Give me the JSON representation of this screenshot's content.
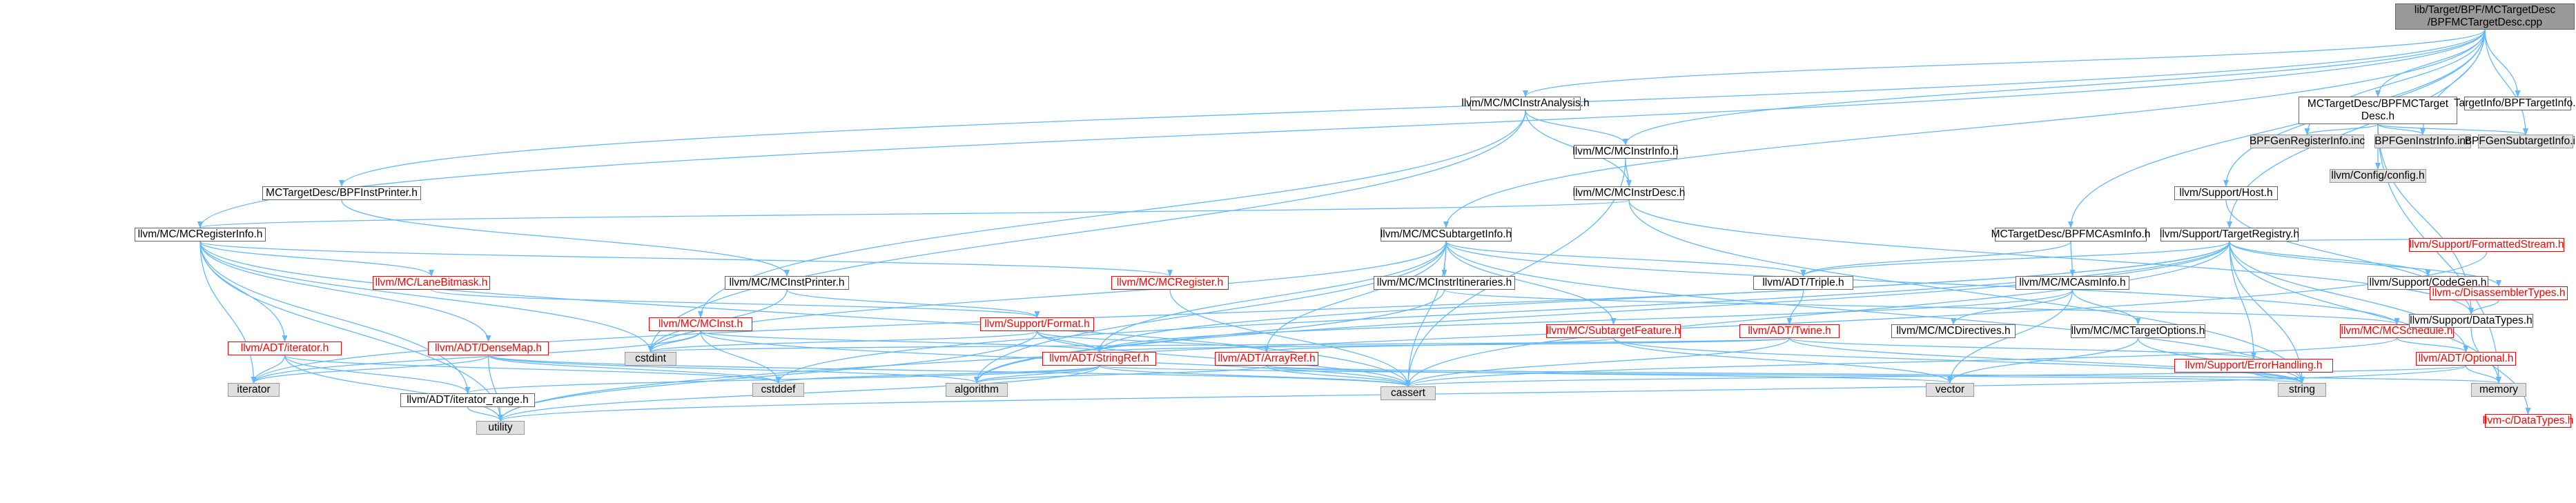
{
  "nodes": [
    {
      "id": "root",
      "label": "lib/Target/BPF/MCTargetDesc\n/BPFMCTargetDesc.cpp",
      "style": "root"
    },
    {
      "id": "instrAnalysis",
      "label": "llvm/MC/MCInstrAnalysis.h",
      "style": "normal"
    },
    {
      "id": "mctd_h",
      "label": "MCTargetDesc/BPFMCTarget\nDesc.h",
      "style": "normal"
    },
    {
      "id": "bpfTargetInfo",
      "label": "TargetInfo/BPFTargetInfo.h",
      "style": "normal"
    },
    {
      "id": "instrInfo",
      "label": "llvm/MC/MCInstrInfo.h",
      "style": "normal"
    },
    {
      "id": "bpfGenRegInfo",
      "label": "BPFGenRegisterInfo.inc",
      "style": "gray"
    },
    {
      "id": "configH",
      "label": "llvm/Config/config.h",
      "style": "gray"
    },
    {
      "id": "bpfGenInstrInfo",
      "label": "BPFGenInstrInfo.inc",
      "style": "gray"
    },
    {
      "id": "bpfGenSubtargetInfo",
      "label": "BPFGenSubtargetInfo.inc",
      "style": "gray"
    },
    {
      "id": "bpfInstPrinter",
      "label": "MCTargetDesc/BPFInstPrinter.h",
      "style": "normal"
    },
    {
      "id": "instrDesc",
      "label": "llvm/MC/MCInstrDesc.h",
      "style": "normal"
    },
    {
      "id": "host",
      "label": "llvm/Support/Host.h",
      "style": "normal"
    },
    {
      "id": "regInfo",
      "label": "llvm/MC/MCRegisterInfo.h",
      "style": "normal"
    },
    {
      "id": "subtargetInfo",
      "label": "llvm/MC/MCSubtargetInfo.h",
      "style": "normal"
    },
    {
      "id": "bpfMCAsmInfo",
      "label": "MCTargetDesc/BPFMCAsmInfo.h",
      "style": "normal"
    },
    {
      "id": "targetRegistry",
      "label": "llvm/Support/TargetRegistry.h",
      "style": "normal"
    },
    {
      "id": "laneBitmask",
      "label": "llvm/MC/LaneBitmask.h",
      "style": "red"
    },
    {
      "id": "instPrinter",
      "label": "llvm/MC/MCInstPrinter.h",
      "style": "normal"
    },
    {
      "id": "mcRegister",
      "label": "llvm/MC/MCRegister.h",
      "style": "red"
    },
    {
      "id": "instrItin",
      "label": "llvm/MC/MCInstrItineraries.h",
      "style": "normal"
    },
    {
      "id": "triple",
      "label": "llvm/ADT/Triple.h",
      "style": "normal"
    },
    {
      "id": "asmInfo",
      "label": "llvm/MC/MCAsmInfo.h",
      "style": "normal"
    },
    {
      "id": "codeGen",
      "label": "llvm/Support/CodeGen.h",
      "style": "normal"
    },
    {
      "id": "formattedStream",
      "label": "llvm/Support/FormattedStream.h",
      "style": "red"
    },
    {
      "id": "mcInst",
      "label": "llvm/MC/MCInst.h",
      "style": "red"
    },
    {
      "id": "format",
      "label": "llvm/Support/Format.h",
      "style": "red"
    },
    {
      "id": "subtargetFeature",
      "label": "llvm/MC/SubtargetFeature.h",
      "style": "red"
    },
    {
      "id": "twine",
      "label": "llvm/ADT/Twine.h",
      "style": "red"
    },
    {
      "id": "directives",
      "label": "llvm/MC/MCDirectives.h",
      "style": "normal"
    },
    {
      "id": "targetOptions",
      "label": "llvm/MC/MCTargetOptions.h",
      "style": "normal"
    },
    {
      "id": "schedule",
      "label": "llvm/MC/MCSchedule.h",
      "style": "red"
    },
    {
      "id": "disasmTypes",
      "label": "llvm-c/DisassemblerTypes.h",
      "style": "red"
    },
    {
      "id": "adtIterator",
      "label": "llvm/ADT/iterator.h",
      "style": "red"
    },
    {
      "id": "denseMap",
      "label": "llvm/ADT/DenseMap.h",
      "style": "red"
    },
    {
      "id": "cstdint",
      "label": "cstdint",
      "style": "gray"
    },
    {
      "id": "stringRef",
      "label": "llvm/ADT/StringRef.h",
      "style": "red"
    },
    {
      "id": "arrayRef",
      "label": "llvm/ADT/ArrayRef.h",
      "style": "red"
    },
    {
      "id": "errorHandling",
      "label": "llvm/Support/ErrorHandling.h",
      "style": "red"
    },
    {
      "id": "optional",
      "label": "llvm/ADT/Optional.h",
      "style": "red"
    },
    {
      "id": "dataTypesH",
      "label": "llvm/Support/DataTypes.h",
      "style": "normal"
    },
    {
      "id": "iterator",
      "label": "iterator",
      "style": "gray"
    },
    {
      "id": "iteratorRange",
      "label": "llvm/ADT/iterator_range.h",
      "style": "normal"
    },
    {
      "id": "cstddef",
      "label": "cstddef",
      "style": "gray"
    },
    {
      "id": "algorithm",
      "label": "algorithm",
      "style": "gray"
    },
    {
      "id": "cassert",
      "label": "cassert",
      "style": "gray"
    },
    {
      "id": "vector",
      "label": "vector",
      "style": "gray"
    },
    {
      "id": "string",
      "label": "string",
      "style": "gray"
    },
    {
      "id": "memory",
      "label": "memory",
      "style": "gray"
    },
    {
      "id": "cDataTypes",
      "label": "llvm-c/DataTypes.h",
      "style": "red"
    },
    {
      "id": "utility",
      "label": "utility",
      "style": "gray"
    }
  ],
  "edges": [
    [
      "root",
      "instrAnalysis"
    ],
    [
      "root",
      "mctd_h"
    ],
    [
      "root",
      "bpfTargetInfo"
    ],
    [
      "root",
      "instrInfo"
    ],
    [
      "root",
      "bpfGenRegInfo"
    ],
    [
      "root",
      "bpfGenInstrInfo"
    ],
    [
      "root",
      "bpfGenSubtargetInfo"
    ],
    [
      "root",
      "bpfInstPrinter"
    ],
    [
      "root",
      "host"
    ],
    [
      "root",
      "regInfo"
    ],
    [
      "root",
      "subtargetInfo"
    ],
    [
      "root",
      "bpfMCAsmInfo"
    ],
    [
      "root",
      "targetRegistry"
    ],
    [
      "instrAnalysis",
      "instrInfo"
    ],
    [
      "instrAnalysis",
      "instrDesc"
    ],
    [
      "instrAnalysis",
      "mcInst"
    ],
    [
      "instrAnalysis",
      "cstdint"
    ],
    [
      "instrInfo",
      "instrDesc"
    ],
    [
      "instrInfo",
      "cassert"
    ],
    [
      "instrDesc",
      "regInfo"
    ],
    [
      "instrDesc",
      "dataTypesH"
    ],
    [
      "instrDesc",
      "string"
    ],
    [
      "mctd_h",
      "bpfGenRegInfo"
    ],
    [
      "mctd_h",
      "configH"
    ],
    [
      "mctd_h",
      "bpfGenInstrInfo"
    ],
    [
      "mctd_h",
      "bpfGenSubtargetInfo"
    ],
    [
      "mctd_h",
      "dataTypesH"
    ],
    [
      "mctd_h",
      "memory"
    ],
    [
      "bpfInstPrinter",
      "instPrinter"
    ],
    [
      "host",
      "dataTypesH"
    ],
    [
      "regInfo",
      "laneBitmask"
    ],
    [
      "regInfo",
      "mcRegister"
    ],
    [
      "regInfo",
      "denseMap"
    ],
    [
      "regInfo",
      "adtIterator"
    ],
    [
      "regInfo",
      "iteratorRange"
    ],
    [
      "regInfo",
      "cassert"
    ],
    [
      "regInfo",
      "cstdint"
    ],
    [
      "regInfo",
      "iterator"
    ],
    [
      "regInfo",
      "utility"
    ],
    [
      "subtargetInfo",
      "instrItin"
    ],
    [
      "subtargetInfo",
      "schedule"
    ],
    [
      "subtargetInfo",
      "subtargetFeature"
    ],
    [
      "subtargetInfo",
      "triple"
    ],
    [
      "subtargetInfo",
      "arrayRef"
    ],
    [
      "subtargetInfo",
      "stringRef"
    ],
    [
      "subtargetInfo",
      "algorithm"
    ],
    [
      "subtargetInfo",
      "cassert"
    ],
    [
      "subtargetInfo",
      "cstdint"
    ],
    [
      "subtargetInfo",
      "string"
    ],
    [
      "bpfMCAsmInfo",
      "asmInfo"
    ],
    [
      "bpfMCAsmInfo",
      "triple"
    ],
    [
      "targetRegistry",
      "triple"
    ],
    [
      "targetRegistry",
      "codeGen"
    ],
    [
      "targetRegistry",
      "formattedStream"
    ],
    [
      "targetRegistry",
      "disasmTypes"
    ],
    [
      "targetRegistry",
      "optional"
    ],
    [
      "targetRegistry",
      "stringRef"
    ],
    [
      "targetRegistry",
      "errorHandling"
    ],
    [
      "targetRegistry",
      "iterator"
    ],
    [
      "targetRegistry",
      "algorithm"
    ],
    [
      "targetRegistry",
      "cassert"
    ],
    [
      "targetRegistry",
      "cstddef"
    ],
    [
      "targetRegistry",
      "memory"
    ],
    [
      "targetRegistry",
      "string"
    ],
    [
      "laneBitmask",
      "format"
    ],
    [
      "instPrinter",
      "format"
    ],
    [
      "instPrinter",
      "cstdint"
    ],
    [
      "mcRegister",
      "cassert"
    ],
    [
      "instrItin",
      "schedule"
    ],
    [
      "instrItin",
      "algorithm"
    ],
    [
      "triple",
      "twine"
    ],
    [
      "asmInfo",
      "directives"
    ],
    [
      "asmInfo",
      "targetOptions"
    ],
    [
      "asmInfo",
      "stringRef"
    ],
    [
      "asmInfo",
      "vector"
    ],
    [
      "formattedStream",
      "utility"
    ],
    [
      "mcInst",
      "stringRef"
    ],
    [
      "mcInst",
      "cassert"
    ],
    [
      "mcInst",
      "cstddef"
    ],
    [
      "mcInst",
      "cstdint"
    ],
    [
      "mcInst",
      "iterator"
    ],
    [
      "format",
      "arrayRef"
    ],
    [
      "format",
      "stringRef"
    ],
    [
      "format",
      "cassert"
    ],
    [
      "format",
      "utility"
    ],
    [
      "format",
      "cstdint"
    ],
    [
      "subtargetFeature",
      "arrayRef"
    ],
    [
      "subtargetFeature",
      "string"
    ],
    [
      "subtargetFeature",
      "vector"
    ],
    [
      "twine",
      "stringRef"
    ],
    [
      "twine",
      "errorHandling"
    ],
    [
      "twine",
      "cassert"
    ],
    [
      "twine",
      "cstdint"
    ],
    [
      "twine",
      "string"
    ],
    [
      "targetOptions",
      "string"
    ],
    [
      "targetOptions",
      "vector"
    ],
    [
      "schedule",
      "optional"
    ],
    [
      "schedule",
      "dataTypesH"
    ],
    [
      "schedule",
      "cassert"
    ],
    [
      "disasmTypes",
      "dataTypesH"
    ],
    [
      "adtIterator",
      "iteratorRange"
    ],
    [
      "adtIterator",
      "cstddef"
    ],
    [
      "adtIterator",
      "iterator"
    ],
    [
      "adtIterator",
      "utility"
    ],
    [
      "denseMap",
      "algorithm"
    ],
    [
      "denseMap",
      "cassert"
    ],
    [
      "denseMap",
      "cstddef"
    ],
    [
      "denseMap",
      "iterator"
    ],
    [
      "denseMap",
      "utility"
    ],
    [
      "stringRef",
      "iteratorRange"
    ],
    [
      "stringRef",
      "algorithm"
    ],
    [
      "stringRef",
      "cassert"
    ],
    [
      "stringRef",
      "cstddef"
    ],
    [
      "stringRef",
      "string"
    ],
    [
      "stringRef",
      "utility"
    ],
    [
      "arrayRef",
      "algorithm"
    ],
    [
      "arrayRef",
      "cassert"
    ],
    [
      "arrayRef",
      "memory"
    ],
    [
      "arrayRef",
      "vector"
    ],
    [
      "optional",
      "memory"
    ],
    [
      "optional",
      "utility"
    ],
    [
      "optional",
      "cassert"
    ],
    [
      "errorHandling",
      "string"
    ],
    [
      "dataTypesH",
      "cDataTypes"
    ],
    [
      "iteratorRange",
      "utility"
    ]
  ]
}
